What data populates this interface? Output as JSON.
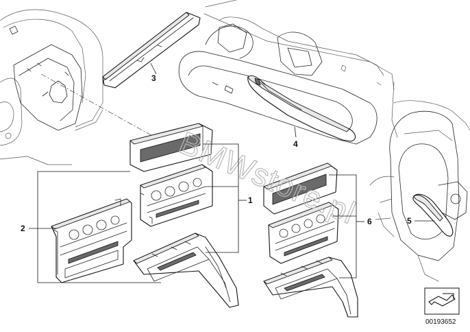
{
  "diagram": {
    "callouts": [
      {
        "id": "1",
        "label": "1"
      },
      {
        "id": "2",
        "label": "2"
      },
      {
        "id": "3",
        "label": "3"
      },
      {
        "id": "4",
        "label": "4"
      },
      {
        "id": "5",
        "label": "5"
      },
      {
        "id": "6",
        "label": "6"
      }
    ],
    "diagram_number": "00193652",
    "watermark": "BMWstore.pl",
    "nav_icon": "return-arrow-icon"
  }
}
